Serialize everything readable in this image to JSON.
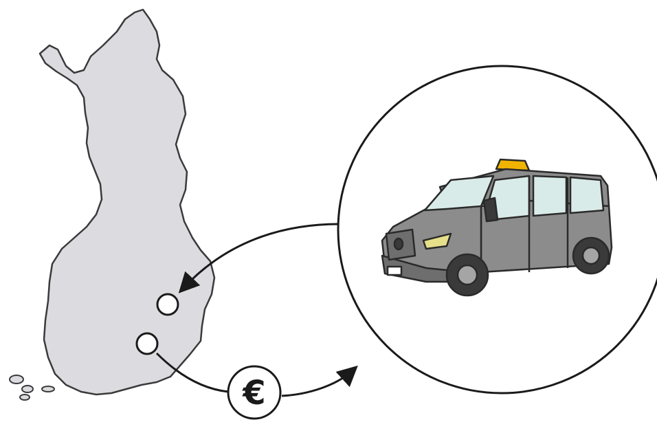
{
  "illustration": {
    "map_region": "Finland",
    "locations": [
      "location-north",
      "location-south"
    ],
    "vehicle": "taxi-van",
    "payment_symbol": "€"
  },
  "colors": {
    "map_fill": "#dcdbe0",
    "outline": "#3a3a3a",
    "van_body": "#8c8c8c",
    "van_body_dark": "#6e6e6e",
    "window": "#d9ebe8",
    "taxi_sign": "#f0b400",
    "headlight": "#e7e08a",
    "tire": "#3a3a3a",
    "hubcap": "#a5a5a5"
  }
}
